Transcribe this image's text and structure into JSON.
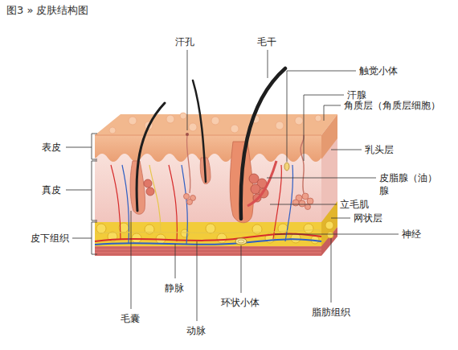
{
  "diagram": {
    "title": "图3 » 皮肤结构图",
    "labels": [
      "汗孔",
      "毛干",
      "触觉小体",
      "汗腺",
      "角质层（角质层细胞）",
      "表皮",
      "乳头层",
      "皮脂腺（油） 腺",
      "真皮",
      "立毛肌",
      "网状层",
      "神经",
      "皮下组织",
      "毛囊",
      "静脉",
      "环状小体",
      "脂肪组织",
      "动脉"
    ]
  }
}
